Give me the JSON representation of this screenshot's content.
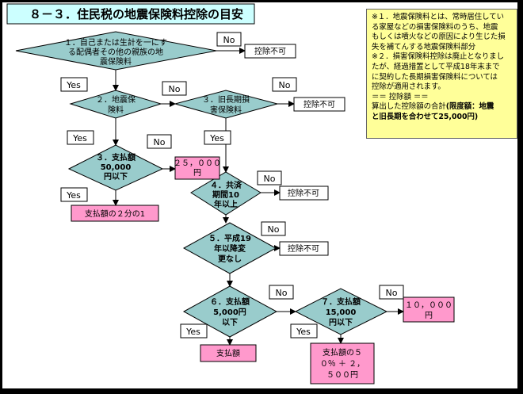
{
  "title": "８－３．住民税の地震保険料控除の目安",
  "nodes": {
    "q1": [
      "１．自己または生計を一にす",
      "る配偶者その他の親族の地",
      "震保険料"
    ],
    "q2": [
      "２．地震保",
      "険料"
    ],
    "q3": [
      "３．旧長期損",
      "害保険料"
    ],
    "q3a": [
      "３．支払額",
      "50,000",
      "円以下"
    ],
    "q4": [
      "４．共済",
      "期間10",
      "年以上"
    ],
    "q5": [
      "５．平成19",
      "年以降変",
      "更なし"
    ],
    "q6": [
      "６．支払額",
      "5,000円",
      "以下"
    ],
    "q7": [
      "７．支払額",
      "15,000",
      "円以下"
    ]
  },
  "results": {
    "r25000": [
      "２５，０００",
      "円"
    ],
    "half": "支払額の２分の1",
    "pay": "支払額",
    "r10000": [
      "１０，０００",
      "円"
    ],
    "formula": [
      "支払額の５",
      "０％ ＋ ２，",
      "５００円"
    ]
  },
  "deductions": {
    "d1": "控除不可",
    "d2": "控除不可",
    "d3": "控除不可",
    "d4": "控除不可"
  },
  "labels": {
    "yes": "Yes",
    "no": "No"
  },
  "note": {
    "lines": [
      "※１．地震保険料とは、常時居住してい",
      "る家屋などの損害保険料のうち、地震",
      "もしくは噴火などの原因により生じた損",
      "失を補てんする地震保険料部分",
      "※２．損害保険料控除は廃止となりまし",
      "たが、経過措置として平成18年末まで",
      "に契約した長期損害保険料については",
      "控除が適用されます。",
      "＝＝ 控除額 ＝＝",
      "算出した控除額の合計"
    ],
    "bold_tail": "(限度額：地震",
    "bold_line": "と旧長期を合わせて25,000円)"
  },
  "colors": {
    "diamond": "#99cccc",
    "result": "#ff99cc",
    "title_bg": "#ccffff",
    "note_bg": "#ffff99",
    "frame": "#000000"
  }
}
